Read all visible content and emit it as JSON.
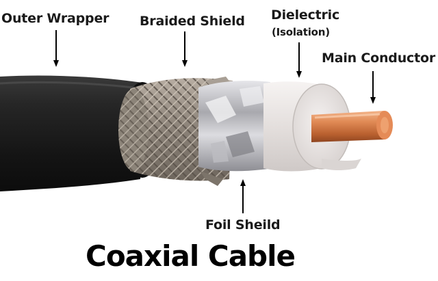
{
  "labels": {
    "outer_wrapper": "Outer Wrapper",
    "braided_shield": "Braided Shield",
    "dielectric": "Dielectric",
    "isolation": "(Isolation)",
    "main_conductor": "Main Conductor",
    "foil_shield": "Foil Sheild"
  },
  "title": "Coaxial Cable",
  "colors": {
    "jacket": "#1c1c1c",
    "braid": "#9a9186",
    "foil": "#c9c9cc",
    "dielectric": "#ece8e6",
    "copper": "#d9804d",
    "text": "#1a1a1a"
  }
}
